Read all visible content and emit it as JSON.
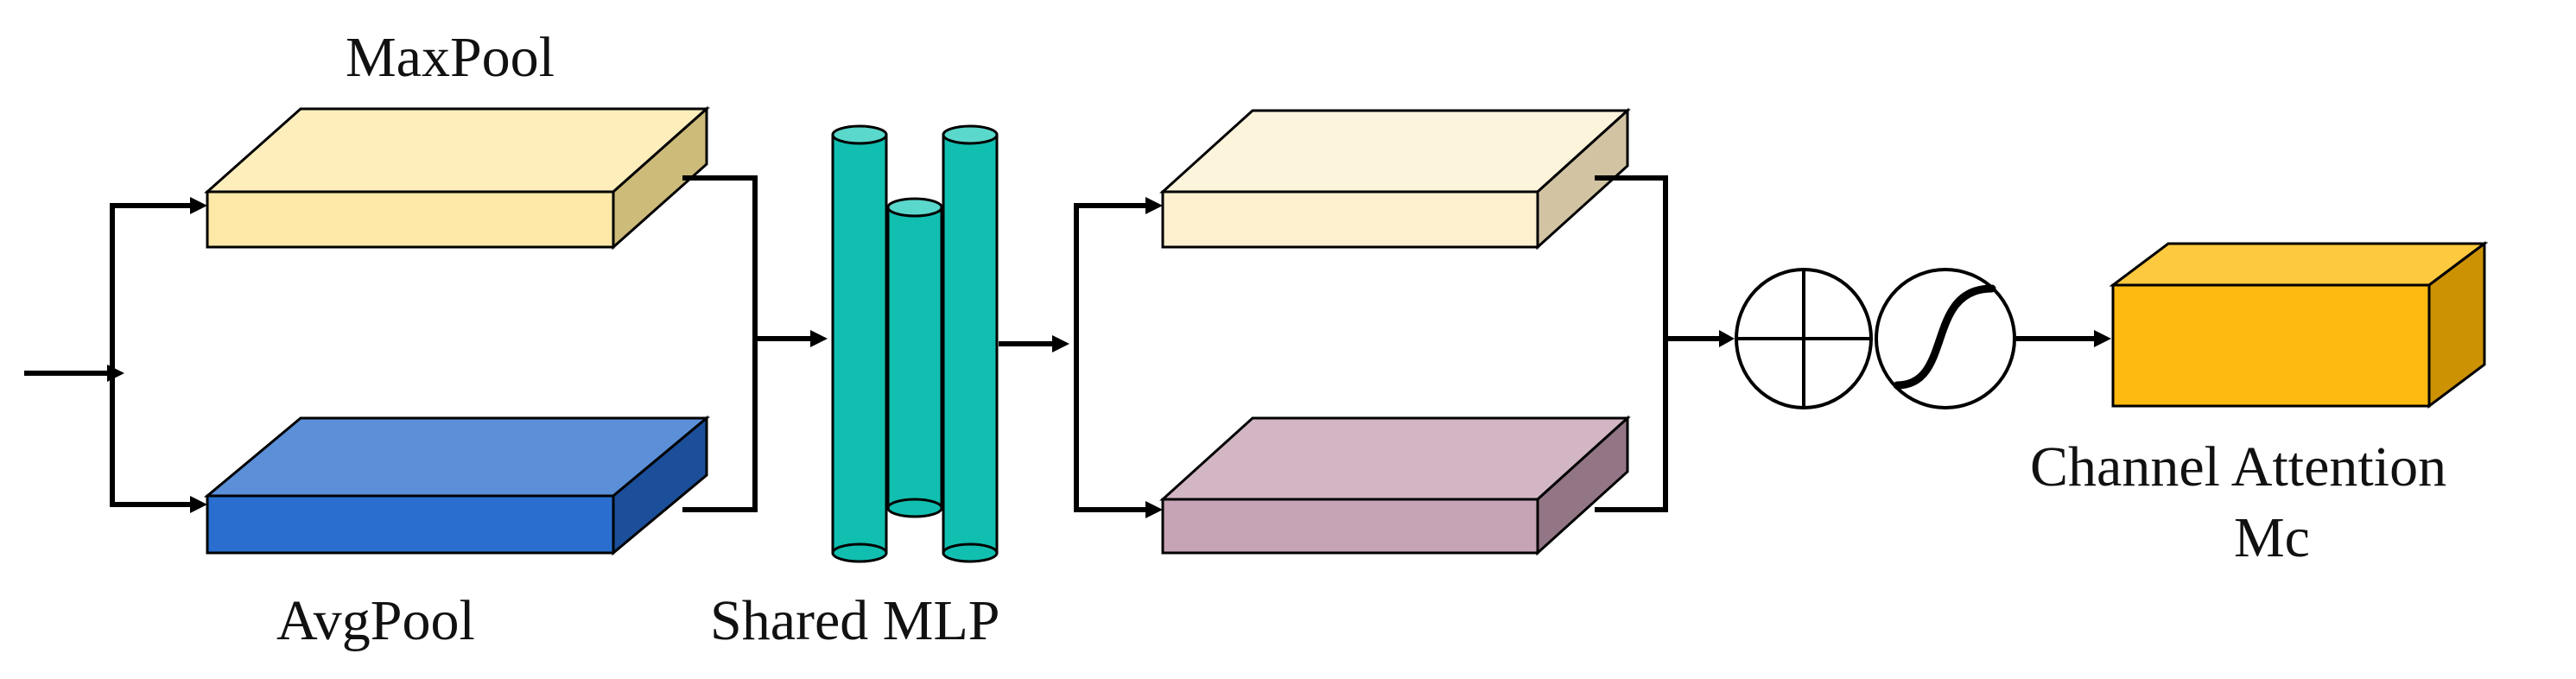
{
  "labels": {
    "maxpool": "MaxPool",
    "avgpool": "AvgPool",
    "shared_mlp": "Shared MLP",
    "output_line1": "Channel Attention",
    "output_line2": "Mc"
  },
  "colors": {
    "maxpool_front": "#fde8a8",
    "maxpool_top": "#fdeebc",
    "maxpool_side": "#cdbb7a",
    "avgpool_front": "#2a6fcf",
    "avgpool_top": "#5b8fd8",
    "avgpool_side": "#1c4f9a",
    "mlp_cylinder": "#11bfb0",
    "mlp_cylinder_top": "#5ad8cb",
    "out_max_front": "#fdf0cf",
    "out_max_top": "#fdf4dc",
    "out_max_side": "#d2c4a3",
    "out_avg_front": "#c7a3b6",
    "out_avg_top": "#d2b6c4",
    "out_avg_side": "#937686",
    "attention_front": "#fdb910",
    "attention_top": "#fdc93e",
    "attention_side": "#cc9204",
    "stroke": "#000000"
  },
  "icons": [
    "element-wise-sum-icon",
    "sigmoid-icon"
  ]
}
